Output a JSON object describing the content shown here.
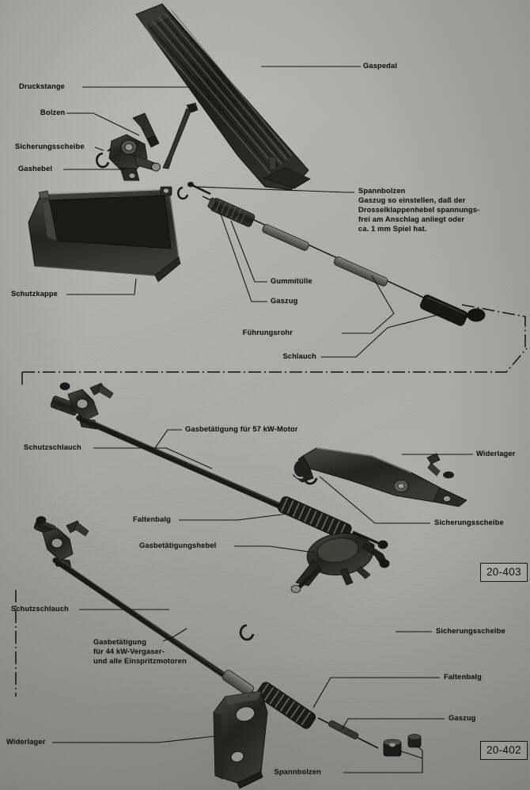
{
  "document": {
    "type": "exploded-parts-diagram",
    "subject": "Gaspedal und Gasbetaetigung",
    "language": "de"
  },
  "labels": {
    "gaspedal": "Gaspedal",
    "druckstange": "Druckstange",
    "bolzen": "Bolzen",
    "sicherungsscheibe_1": "Sicherungsscheibe",
    "gashebel": "Gashebel",
    "schutzkappe": "Schutzkappe",
    "gummituelle": "Gummitülle",
    "gaszug_1": "Gaszug",
    "fuehrungsrohr": "Führungsrohr",
    "schlauch": "Schlauch",
    "gasbetaetigung_57": "Gasbetätigung für 57 kW-Motor",
    "schutzschlauch_1": "Schutzschlauch",
    "widerlager_1": "Widerlager",
    "sicherungsscheibe_2": "Sicherungsscheibe",
    "faltenbalg_1": "Faltenbalg",
    "gasbetaetigungshebel": "Gasbetätigungshebel",
    "schutzschlauch_2": "Schutzschlauch",
    "sicherungsscheibe_3": "Sicherungsscheibe",
    "faltenbalg_2": "Faltenbalg",
    "gaszug_2": "Gaszug",
    "widerlager_2": "Widerlager",
    "spannbolzen_bottom": "Spannbolzen"
  },
  "note_spannbolzen": {
    "heading": "Spannbolzen",
    "line1": "Gaszug so einstellen, daß der",
    "line2": "Drosselklappenhebel spannungs-",
    "line3": "frei am Anschlag anliegt oder",
    "line4": "ca. 1 mm Spiel hat."
  },
  "gasbetaetigung_44": {
    "heading": "Gasbetätigung",
    "line1": "für 44 kW-Vergaser-",
    "line2": "und alle Einspritzmotoren"
  },
  "reference_boxes": {
    "middle": "20-403",
    "bottom": "20-402"
  },
  "colors": {
    "paper": "#b0b0aa",
    "ink": "#121212",
    "part_dark": "#2a2a28",
    "part_mid": "#555551"
  }
}
